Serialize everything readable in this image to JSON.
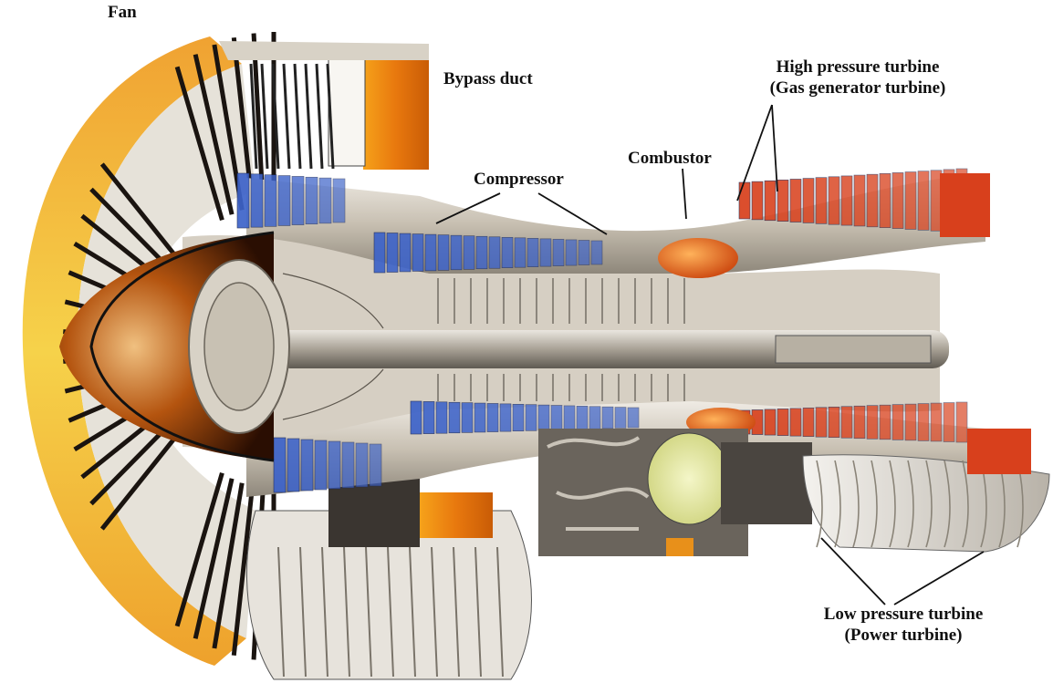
{
  "labels": {
    "fan": "Fan",
    "bypass_duct": "Bypass duct",
    "compressor": "Compressor",
    "combustor": "Combustor",
    "hp_turbine_line1": "High pressure turbine",
    "hp_turbine_line2": "(Gas generator turbine)",
    "lp_turbine_line1": "Low pressure turbine",
    "lp_turbine_line2": "(Power turbine)"
  },
  "colors": {
    "fan_blade": "#e9e6df",
    "fan_rim_orange": "#e87f1e",
    "fan_rim_yellow": "#f1c23a",
    "compressor_blue": "#3d63c9",
    "turbine_red": "#d8401c",
    "combustor_orange": "#e8651a",
    "casing_gray": "#cfc8bb",
    "shaft_gray": "#b9b3a8",
    "duct_orange": "#ef8f14"
  }
}
